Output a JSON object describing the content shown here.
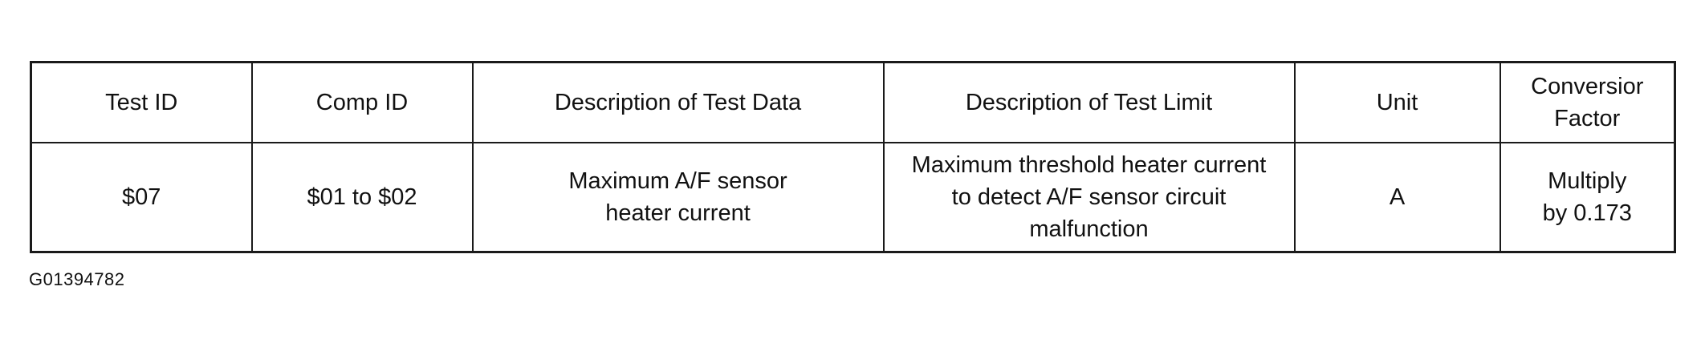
{
  "table": {
    "headers": [
      "Test ID",
      "Comp ID",
      "Description of Test Data",
      "Description of Test Limit",
      "Unit",
      "Conversior\nFactor"
    ],
    "rows": [
      [
        "$07",
        "$01 to $02",
        "Maximum A/F sensor\nheater current",
        "Maximum threshold heater current\nto detect A/F sensor circuit\nmalfunction",
        "A",
        "Multiply\nby 0.173"
      ]
    ]
  },
  "figure_id": "G01394782"
}
